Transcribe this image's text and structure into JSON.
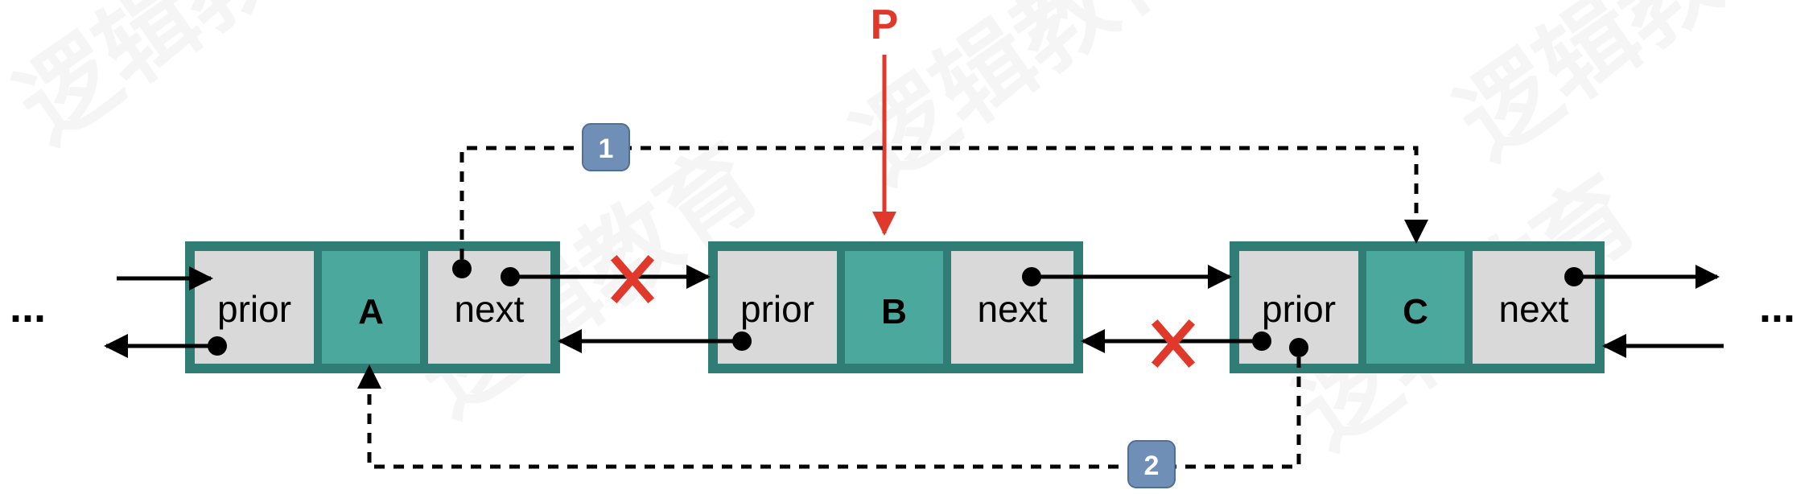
{
  "colors": {
    "node_border": "#2f7d74",
    "data_fill": "#4aa89c",
    "pointer_fill": "#d9d9d9",
    "arrow": "#000000",
    "highlight": "#e0392b",
    "badge": "#6f8fb6"
  },
  "nodes": [
    {
      "prior_label": "prior",
      "data_label": "A",
      "next_label": "next"
    },
    {
      "prior_label": "prior",
      "data_label": "B",
      "next_label": "next"
    },
    {
      "prior_label": "prior",
      "data_label": "C",
      "next_label": "next"
    }
  ],
  "pointer": {
    "label": "P"
  },
  "steps": [
    {
      "label": "1"
    },
    {
      "label": "2"
    }
  ],
  "ellipsis_left": "...",
  "ellipsis_right": "...",
  "removed_marks": [
    "cross-mark",
    "cross-mark"
  ],
  "watermark_text": "逻辑教育"
}
